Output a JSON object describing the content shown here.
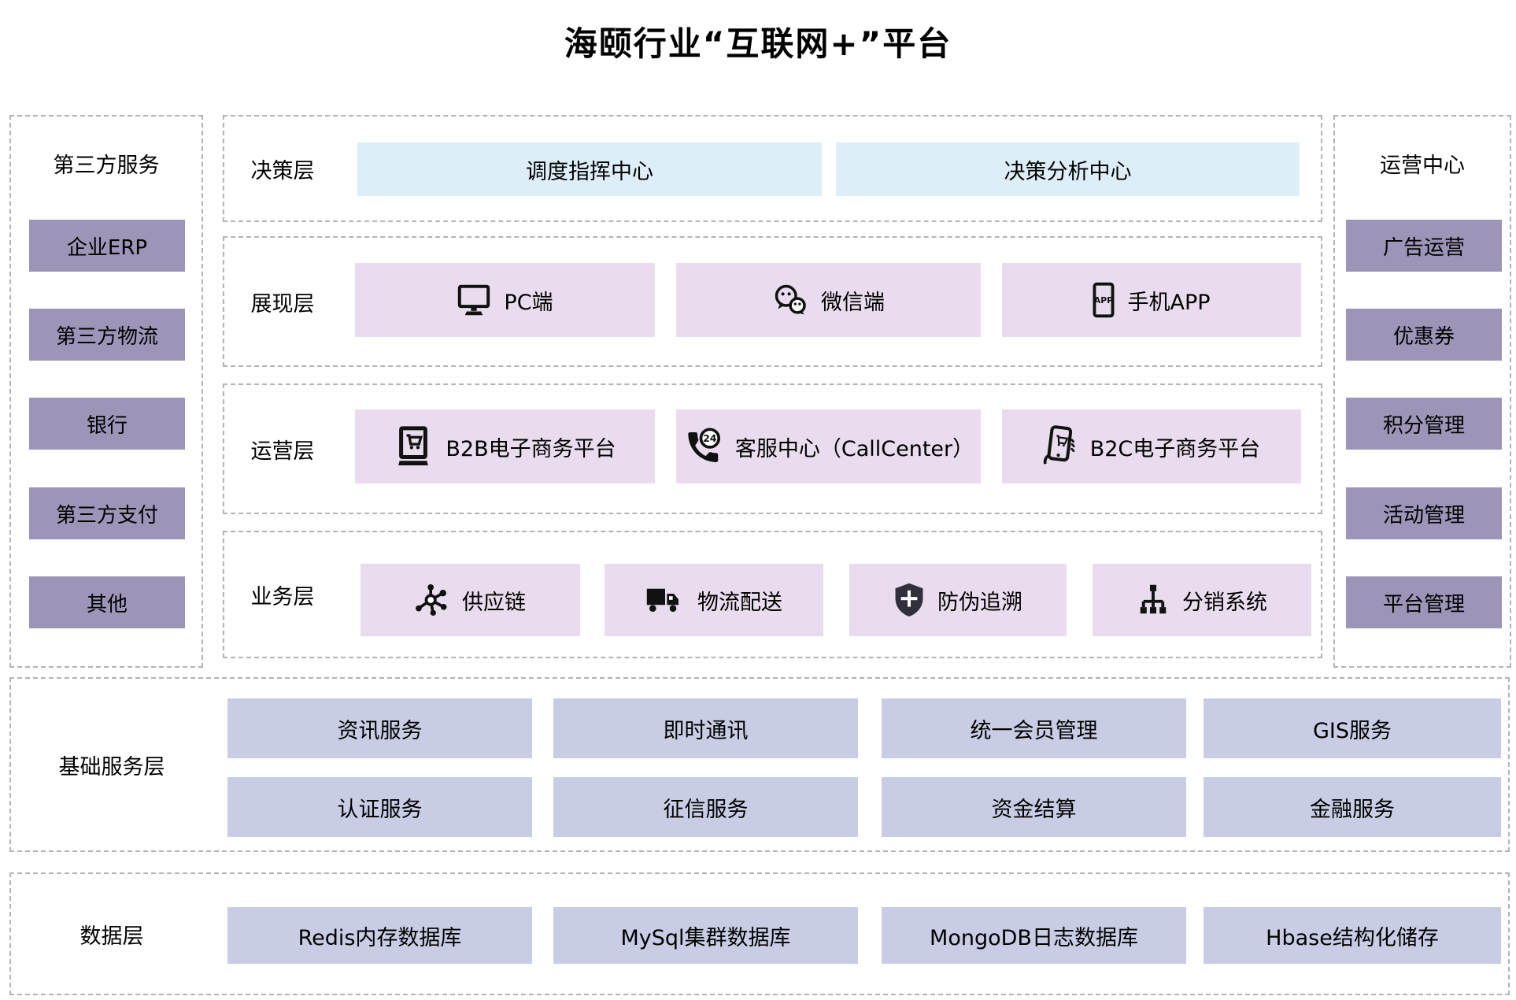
{
  "title": "海颐行业“互联网+”平台",
  "left_panel": {
    "title": "第三方服务",
    "items": [
      "企业ERP",
      "第三方物流",
      "银行",
      "第三方支付",
      "其他"
    ]
  },
  "right_panel": {
    "title": "运营中心",
    "items": [
      "广告运营",
      "优惠券",
      "积分管理",
      "活动管理",
      "平台管理"
    ]
  },
  "layers": {
    "decision": {
      "label": "决策层",
      "items": [
        "调度指挥中心",
        "决策分析中心"
      ]
    },
    "presentation": {
      "label": "展现层",
      "items": [
        {
          "icon": "monitor-icon",
          "label": "PC端"
        },
        {
          "icon": "wechat-icon",
          "label": "微信端"
        },
        {
          "icon": "phone-app-icon",
          "label": "手机APP"
        }
      ]
    },
    "operation": {
      "label": "运营层",
      "items": [
        {
          "icon": "b2b-ecommerce-icon",
          "label": "B2B电子商务平台"
        },
        {
          "icon": "callcenter-icon",
          "label": "客服中心（CallCenter）"
        },
        {
          "icon": "b2c-ecommerce-icon",
          "label": "B2C电子商务平台"
        }
      ]
    },
    "business": {
      "label": "业务层",
      "items": [
        {
          "icon": "supply-chain-icon",
          "label": "供应链"
        },
        {
          "icon": "logistics-truck-icon",
          "label": "物流配送"
        },
        {
          "icon": "anti-counterfeit-shield-icon",
          "label": "防伪追溯"
        },
        {
          "icon": "distribution-tree-icon",
          "label": "分销系统"
        }
      ]
    },
    "base_service": {
      "label": "基础服务层",
      "rows": [
        [
          "资讯服务",
          "即时通讯",
          "统一会员管理",
          "GIS服务"
        ],
        [
          "认证服务",
          "征信服务",
          "资金结算",
          "金融服务"
        ]
      ]
    },
    "data": {
      "label": "数据层",
      "items": [
        "Redis内存数据库",
        "MySql集群数据库",
        "MongoDB日志数据库",
        "Hbase结构化储存"
      ]
    }
  },
  "colors": {
    "decision_box": "#ddeef9",
    "client_box": "#e9dcee",
    "side_box": "#9c95b8",
    "service_box": "#c8cde5",
    "dashed_border": "#b3b3b3"
  }
}
